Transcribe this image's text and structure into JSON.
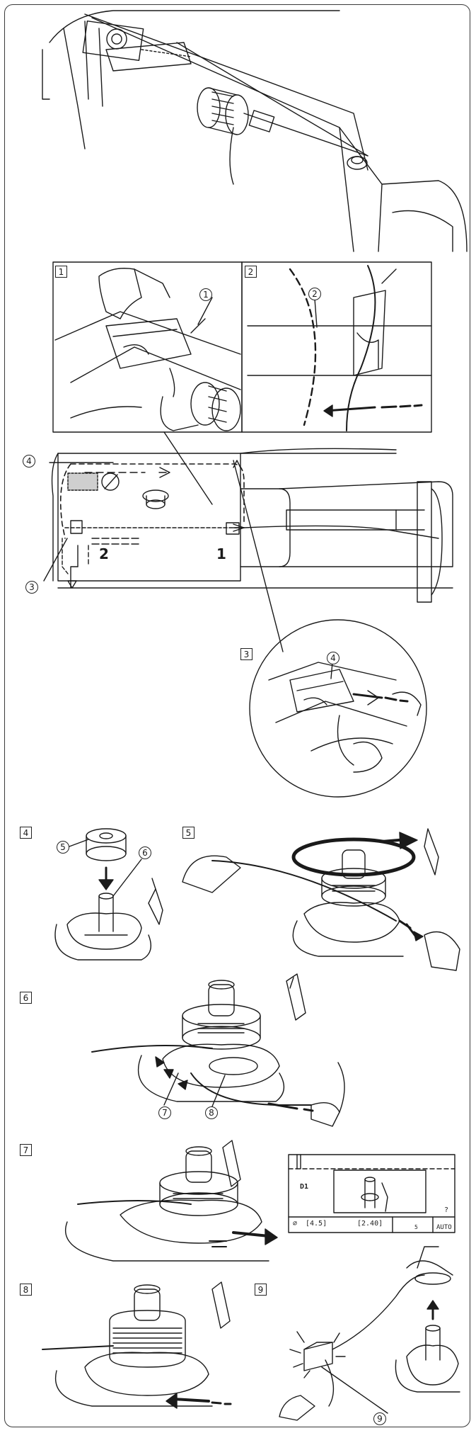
{
  "steps": {
    "s1": "1",
    "s2": "2",
    "s3": "3",
    "s4": "4",
    "s5": "5",
    "s6": "6",
    "s7": "7",
    "s8": "8",
    "s9": "9"
  },
  "callouts": {
    "c1": "1",
    "c2": "2",
    "c3": "3",
    "c4": "4",
    "c4b": "4",
    "c5": "5",
    "c6": "6",
    "c7": "7",
    "c8": "8",
    "c9": "9"
  },
  "path_labels": {
    "p1": "1",
    "p2": "2"
  },
  "lcd": {
    "mode": "D1",
    "width": "[4.5]",
    "length": "[2.40]",
    "auto": "AUTO",
    "help": "?",
    "small5": "5"
  },
  "colors": {
    "line": "#1a1a1a",
    "shade": "#cfcfcf"
  }
}
